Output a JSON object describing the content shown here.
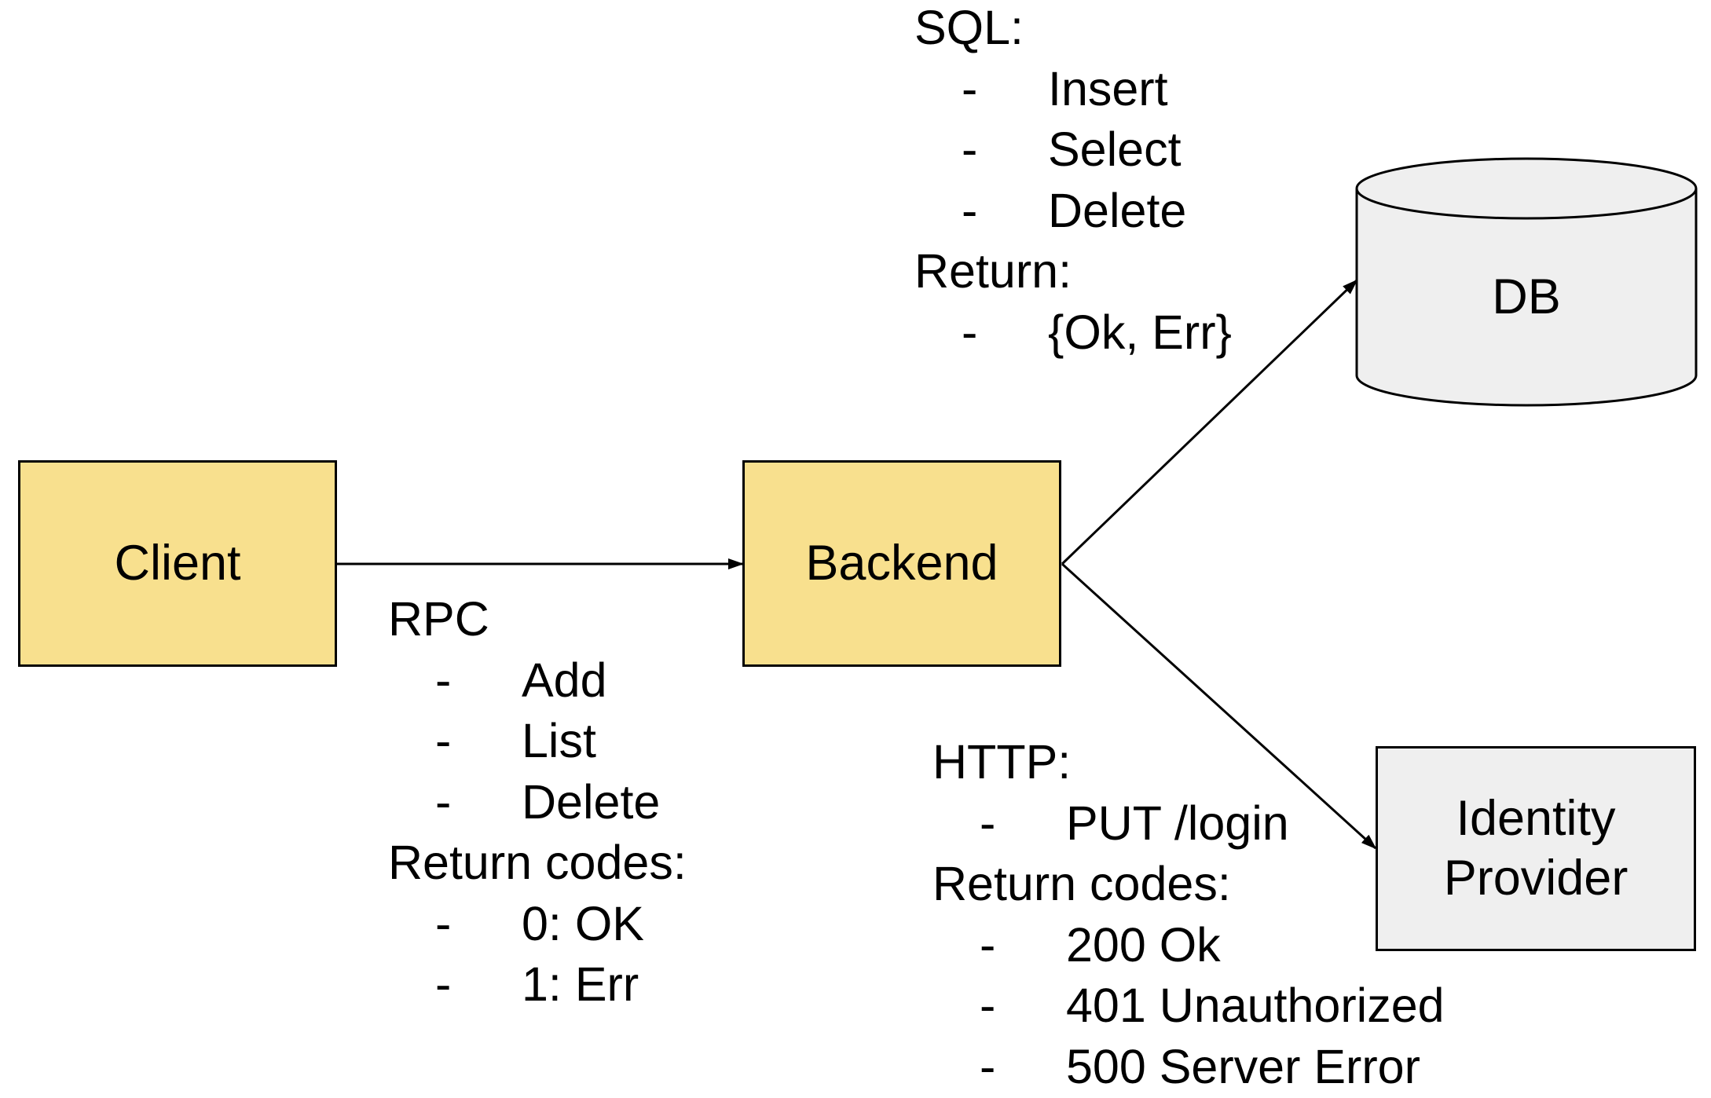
{
  "colors": {
    "service_fill": "#f8e08e",
    "external_fill": "#efefef",
    "stroke": "#000000"
  },
  "nodes": {
    "client": "Client",
    "backend": "Backend",
    "db": "DB",
    "identity_provider": "Identity Provider"
  },
  "rpc": {
    "title": "RPC",
    "items": [
      "Add",
      "List",
      "Delete"
    ],
    "return_title": "Return codes:",
    "return_items": [
      "0: OK",
      "1: Err"
    ]
  },
  "sql": {
    "title": "SQL:",
    "items": [
      "Insert",
      "Select",
      "Delete"
    ],
    "return_title": "Return:",
    "return_items": [
      "{Ok, Err}"
    ]
  },
  "http": {
    "title": "HTTP:",
    "items": [
      "PUT /login"
    ],
    "return_title": "Return codes:",
    "return_items": [
      "200 Ok",
      "401 Unauthorized",
      "500 Server Error"
    ]
  },
  "bullet": "-"
}
